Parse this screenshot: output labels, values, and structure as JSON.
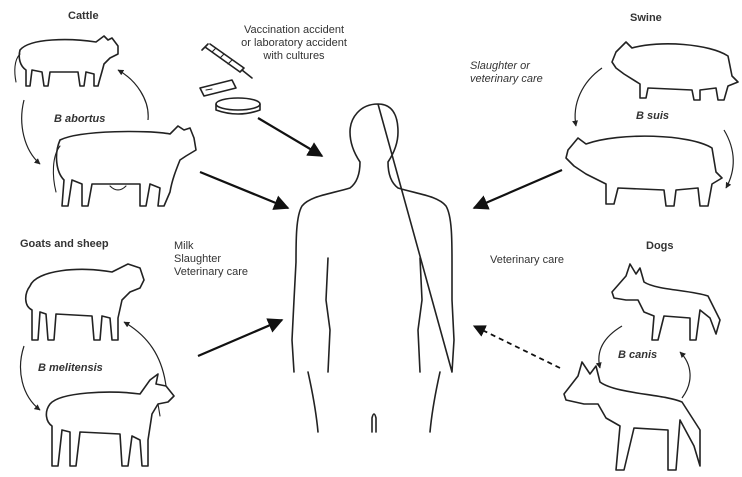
{
  "labels": {
    "cattle": "Cattle",
    "b_abortus": "B abortus",
    "lab_lines": [
      "Vaccination accident",
      "or laboratory accident",
      "with cultures"
    ],
    "swine": "Swine",
    "swine_route": [
      "Slaughter or",
      "veterinary care"
    ],
    "b_suis": "B suis",
    "goats_sheep": "Goats and sheep",
    "goat_route": [
      "Milk",
      "Slaughter",
      "Veterinary care"
    ],
    "b_melitensis": "B melitensis",
    "dog_route": "Veterinary care",
    "dogs": "Dogs",
    "b_canis": "B canis"
  }
}
